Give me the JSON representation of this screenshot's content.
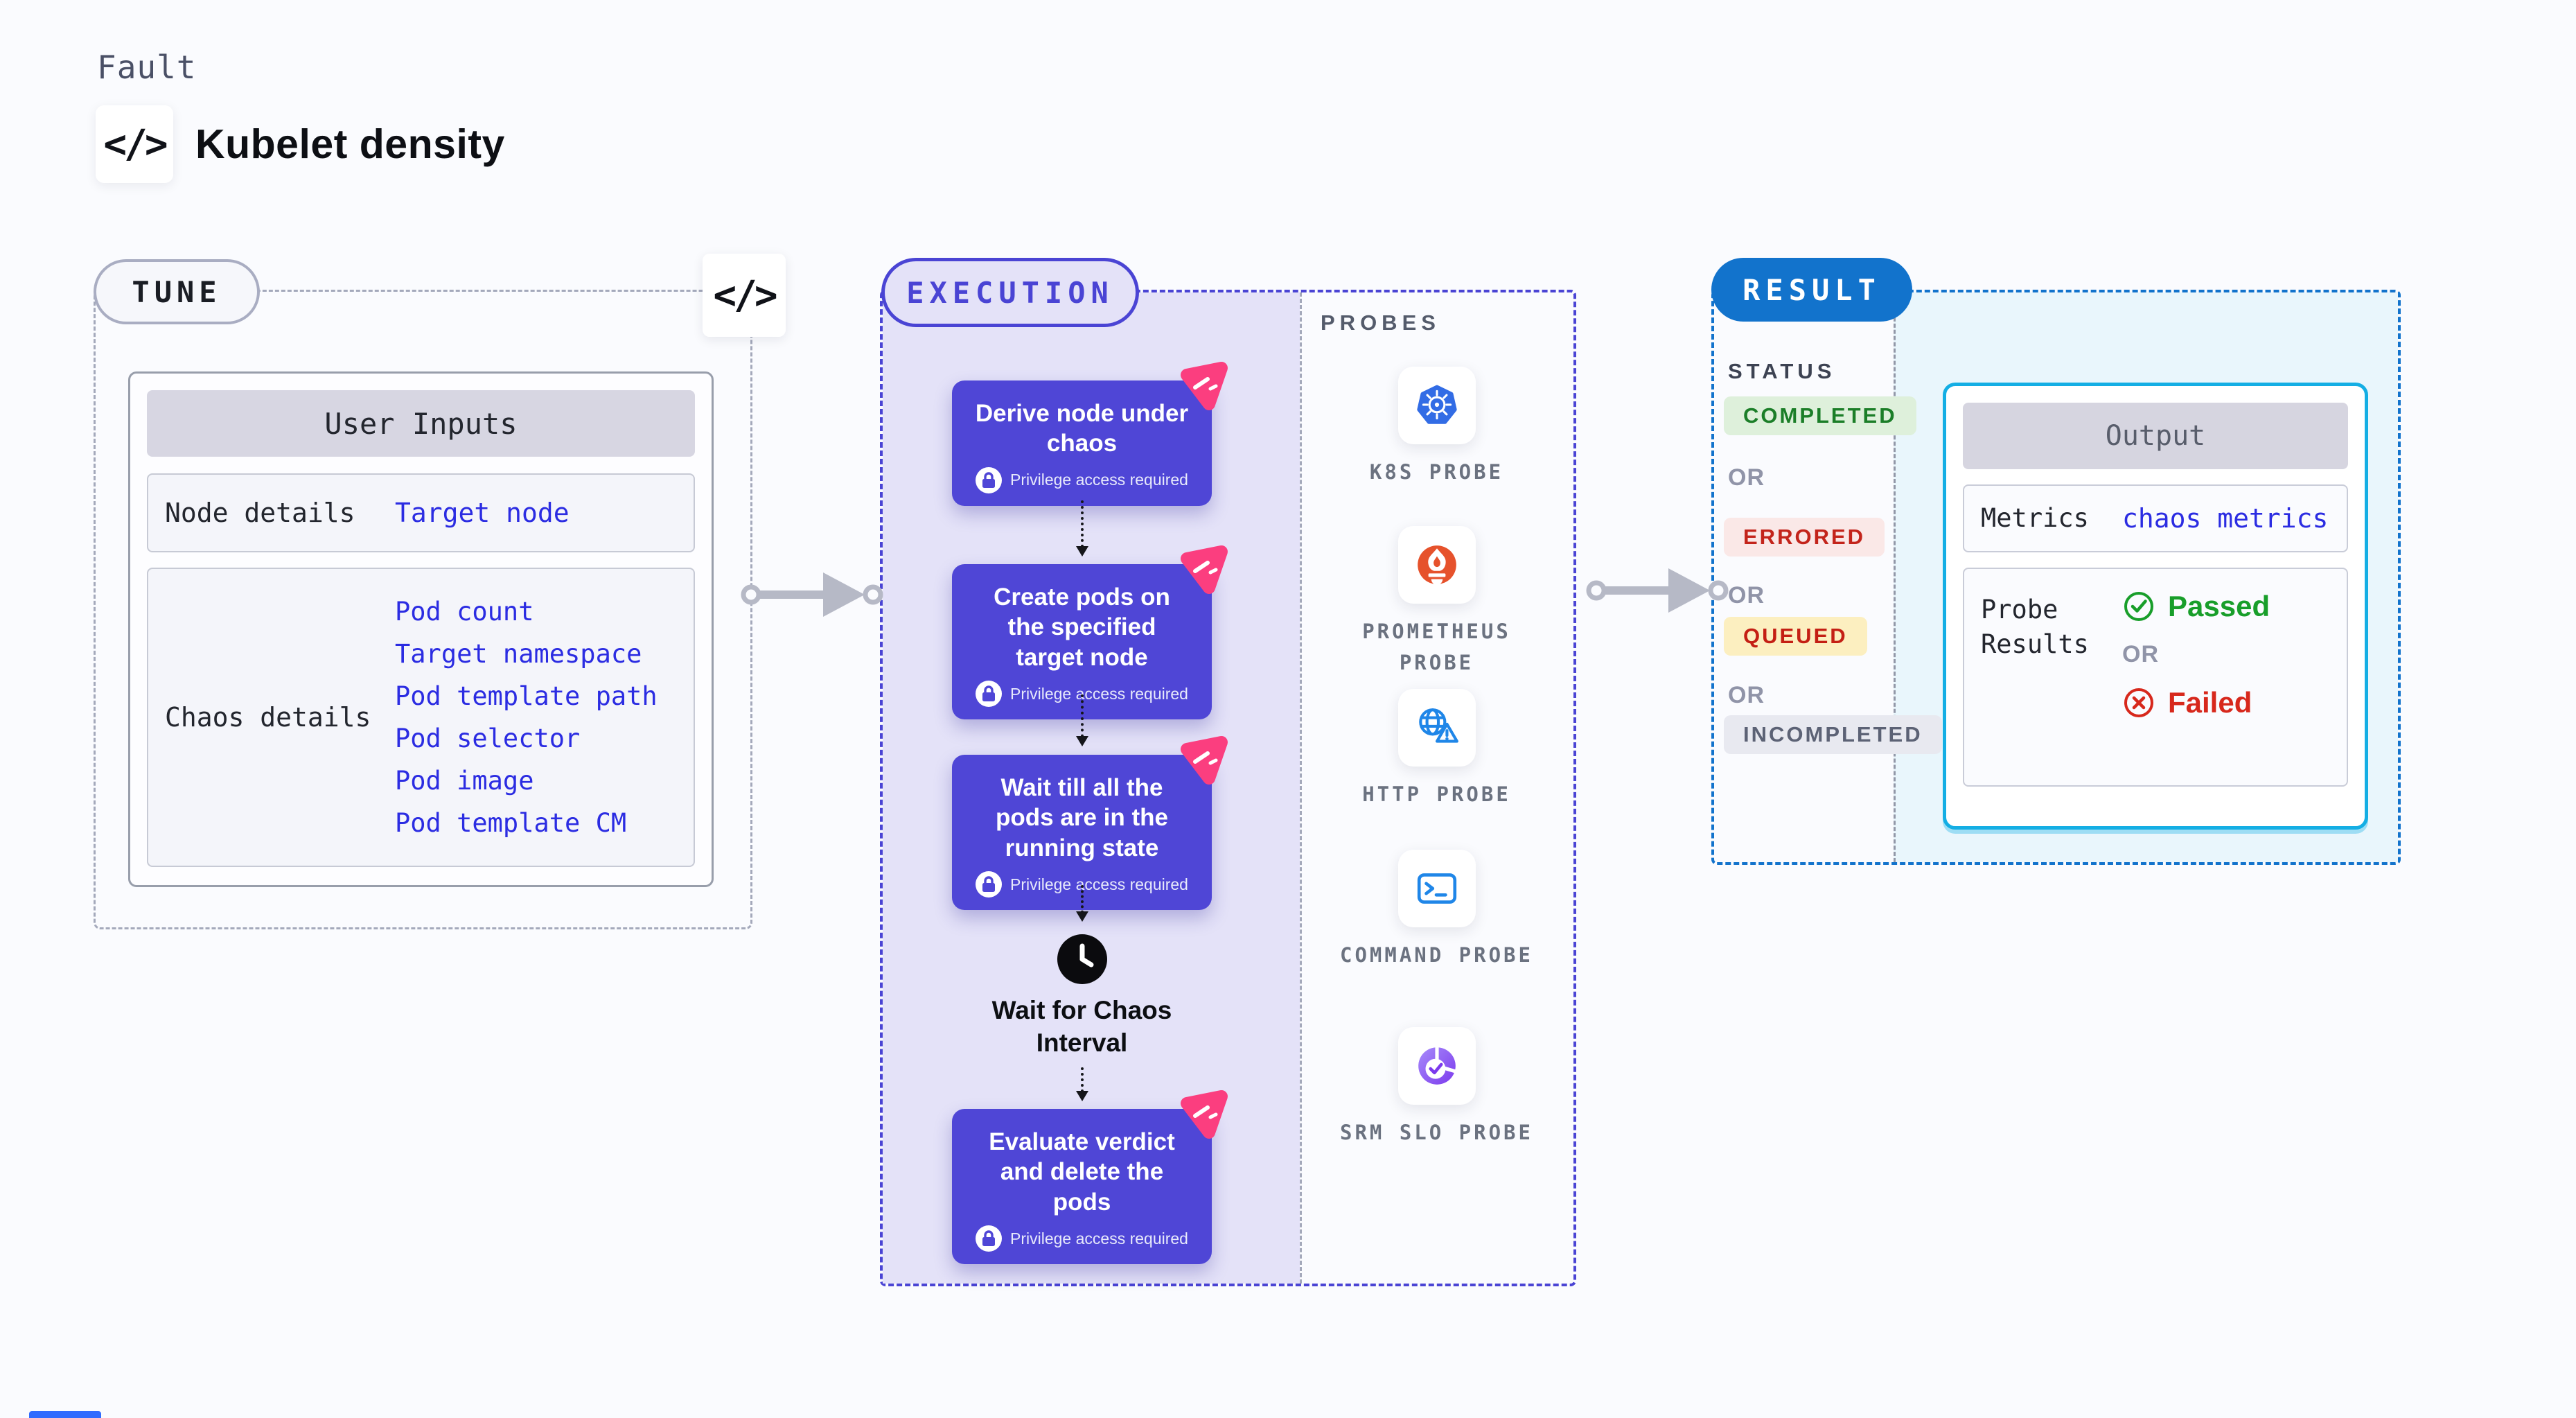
{
  "page": {
    "kicker": "Fault",
    "title": "Kubelet density",
    "code_glyph": "</>"
  },
  "tune": {
    "label": "TUNE",
    "card": {
      "title": "User Inputs",
      "rows": [
        {
          "label": "Node details",
          "links": [
            "Target node"
          ]
        },
        {
          "label": "Chaos details",
          "links": [
            "Pod count",
            "Target namespace",
            "Pod template path",
            "Pod selector",
            "Pod image",
            "Pod template CM"
          ]
        }
      ]
    }
  },
  "execution": {
    "label": "EXECUTION",
    "privilege_note": "Privilege access required",
    "steps": [
      {
        "title": "Derive node under chaos"
      },
      {
        "title": "Create pods on the specified target node"
      },
      {
        "title": "Wait till all the pods are in the running state"
      },
      {
        "title": "Evaluate verdict and delete the pods"
      }
    ],
    "wait_label": "Wait for Chaos Interval",
    "probes": {
      "label": "PROBES",
      "items": [
        {
          "name": "K8S PROBE",
          "icon": "kubernetes-icon"
        },
        {
          "name": "PROMETHEUS PROBE",
          "icon": "prometheus-icon"
        },
        {
          "name": "HTTP PROBE",
          "icon": "http-globe-icon"
        },
        {
          "name": "COMMAND PROBE",
          "icon": "terminal-icon"
        },
        {
          "name": "SRM SLO PROBE",
          "icon": "slo-pie-icon"
        }
      ]
    }
  },
  "result": {
    "label": "RESULT",
    "status_heading": "STATUS",
    "or_label": "OR",
    "statuses": [
      {
        "label": "COMPLETED",
        "fg": "#1b7e28",
        "bg": "#def0db"
      },
      {
        "label": "ERRORED",
        "fg": "#c3241b",
        "bg": "#fae8e7"
      },
      {
        "label": "QUEUED",
        "fg": "#c41f14",
        "bg": "#fcefc0"
      },
      {
        "label": "INCOMPLETED",
        "fg": "#5c6275",
        "bg": "#e8e9f0"
      }
    ],
    "output": {
      "title": "Output",
      "metrics_label": "Metrics",
      "metrics_link": "chaos metrics",
      "probe_results_label": "Probe Results",
      "passed_label": "Passed",
      "failed_label": "Failed"
    }
  },
  "colors": {
    "page_bg": "#fafbfe",
    "indigo": "#4a44d4",
    "step_box": "#4f46d6",
    "lavender": "#e4e2f8",
    "link_blue": "#2b2ce2",
    "result_blue": "#1273cc",
    "cyan_border": "#14aee4",
    "cyan_bg": "#e9f6fc",
    "pink_badge": "#fb3e7f",
    "arrow_gray": "#b6b9c6",
    "passed_green": "#189e2a",
    "failed_red": "#d7281c",
    "k8s_blue": "#326ce5",
    "prometheus_orange": "#e6522c"
  }
}
